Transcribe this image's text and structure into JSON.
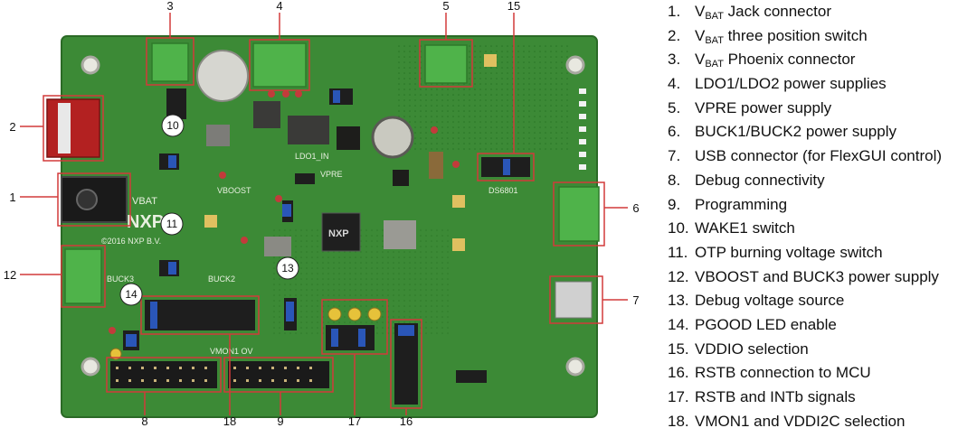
{
  "callouts": {
    "top": [
      "3",
      "4",
      "5",
      "15"
    ],
    "left": [
      "2",
      "1",
      "12"
    ],
    "right": [
      "6",
      "7"
    ],
    "bottom": [
      "8",
      "18",
      "9",
      "17",
      "16"
    ],
    "circled": [
      "10",
      "11",
      "13",
      "14"
    ]
  },
  "board_text": {
    "logo": "NXP",
    "copyright": "©2016 NXP B.V.",
    "vbat": "VBAT",
    "buck3": "BUCK3",
    "buck2": "BUCK2",
    "ds": "DS6801",
    "ldo1_in": "LDO1_IN",
    "vboost": "VBOOST",
    "vpre": "VPRE",
    "vmon": "VMON1 OV",
    "chip": "NXP"
  },
  "legend": [
    {
      "num": "1.",
      "pre": "V",
      "sub": "BAT",
      "text": " Jack connector"
    },
    {
      "num": "2.",
      "pre": "V",
      "sub": "BAT",
      "text": " three position switch"
    },
    {
      "num": "3.",
      "pre": "V",
      "sub": "BAT",
      "text": " Phoenix connector"
    },
    {
      "num": "4.",
      "pre": "",
      "sub": "",
      "text": "LDO1/LDO2 power supplies"
    },
    {
      "num": "5.",
      "pre": "",
      "sub": "",
      "text": "VPRE power supply"
    },
    {
      "num": "6.",
      "pre": "",
      "sub": "",
      "text": "BUCK1/BUCK2 power supply"
    },
    {
      "num": "7.",
      "pre": "",
      "sub": "",
      "text": "USB connector (for FlexGUI control)"
    },
    {
      "num": "8.",
      "pre": "",
      "sub": "",
      "text": "Debug connectivity"
    },
    {
      "num": "9.",
      "pre": "",
      "sub": "",
      "text": "Programming"
    },
    {
      "num": "10.",
      "pre": "",
      "sub": "",
      "text": "WAKE1 switch"
    },
    {
      "num": "11.",
      "pre": "",
      "sub": "",
      "text": "OTP burning voltage switch"
    },
    {
      "num": "12.",
      "pre": "",
      "sub": "",
      "text": "VBOOST and BUCK3 power supply"
    },
    {
      "num": "13.",
      "pre": "",
      "sub": "",
      "text": "Debug voltage source"
    },
    {
      "num": "14.",
      "pre": "",
      "sub": "",
      "text": "PGOOD LED enable"
    },
    {
      "num": "15.",
      "pre": "",
      "sub": "",
      "text": "VDDIO selection"
    },
    {
      "num": "16.",
      "pre": "",
      "sub": "",
      "text": "RSTB connection to MCU"
    },
    {
      "num": "17.",
      "pre": "",
      "sub": "",
      "text": "RSTB and INTb signals"
    },
    {
      "num": "18.",
      "pre": "",
      "sub": "",
      "text": "VMON1 and VDDI2C selection"
    }
  ]
}
